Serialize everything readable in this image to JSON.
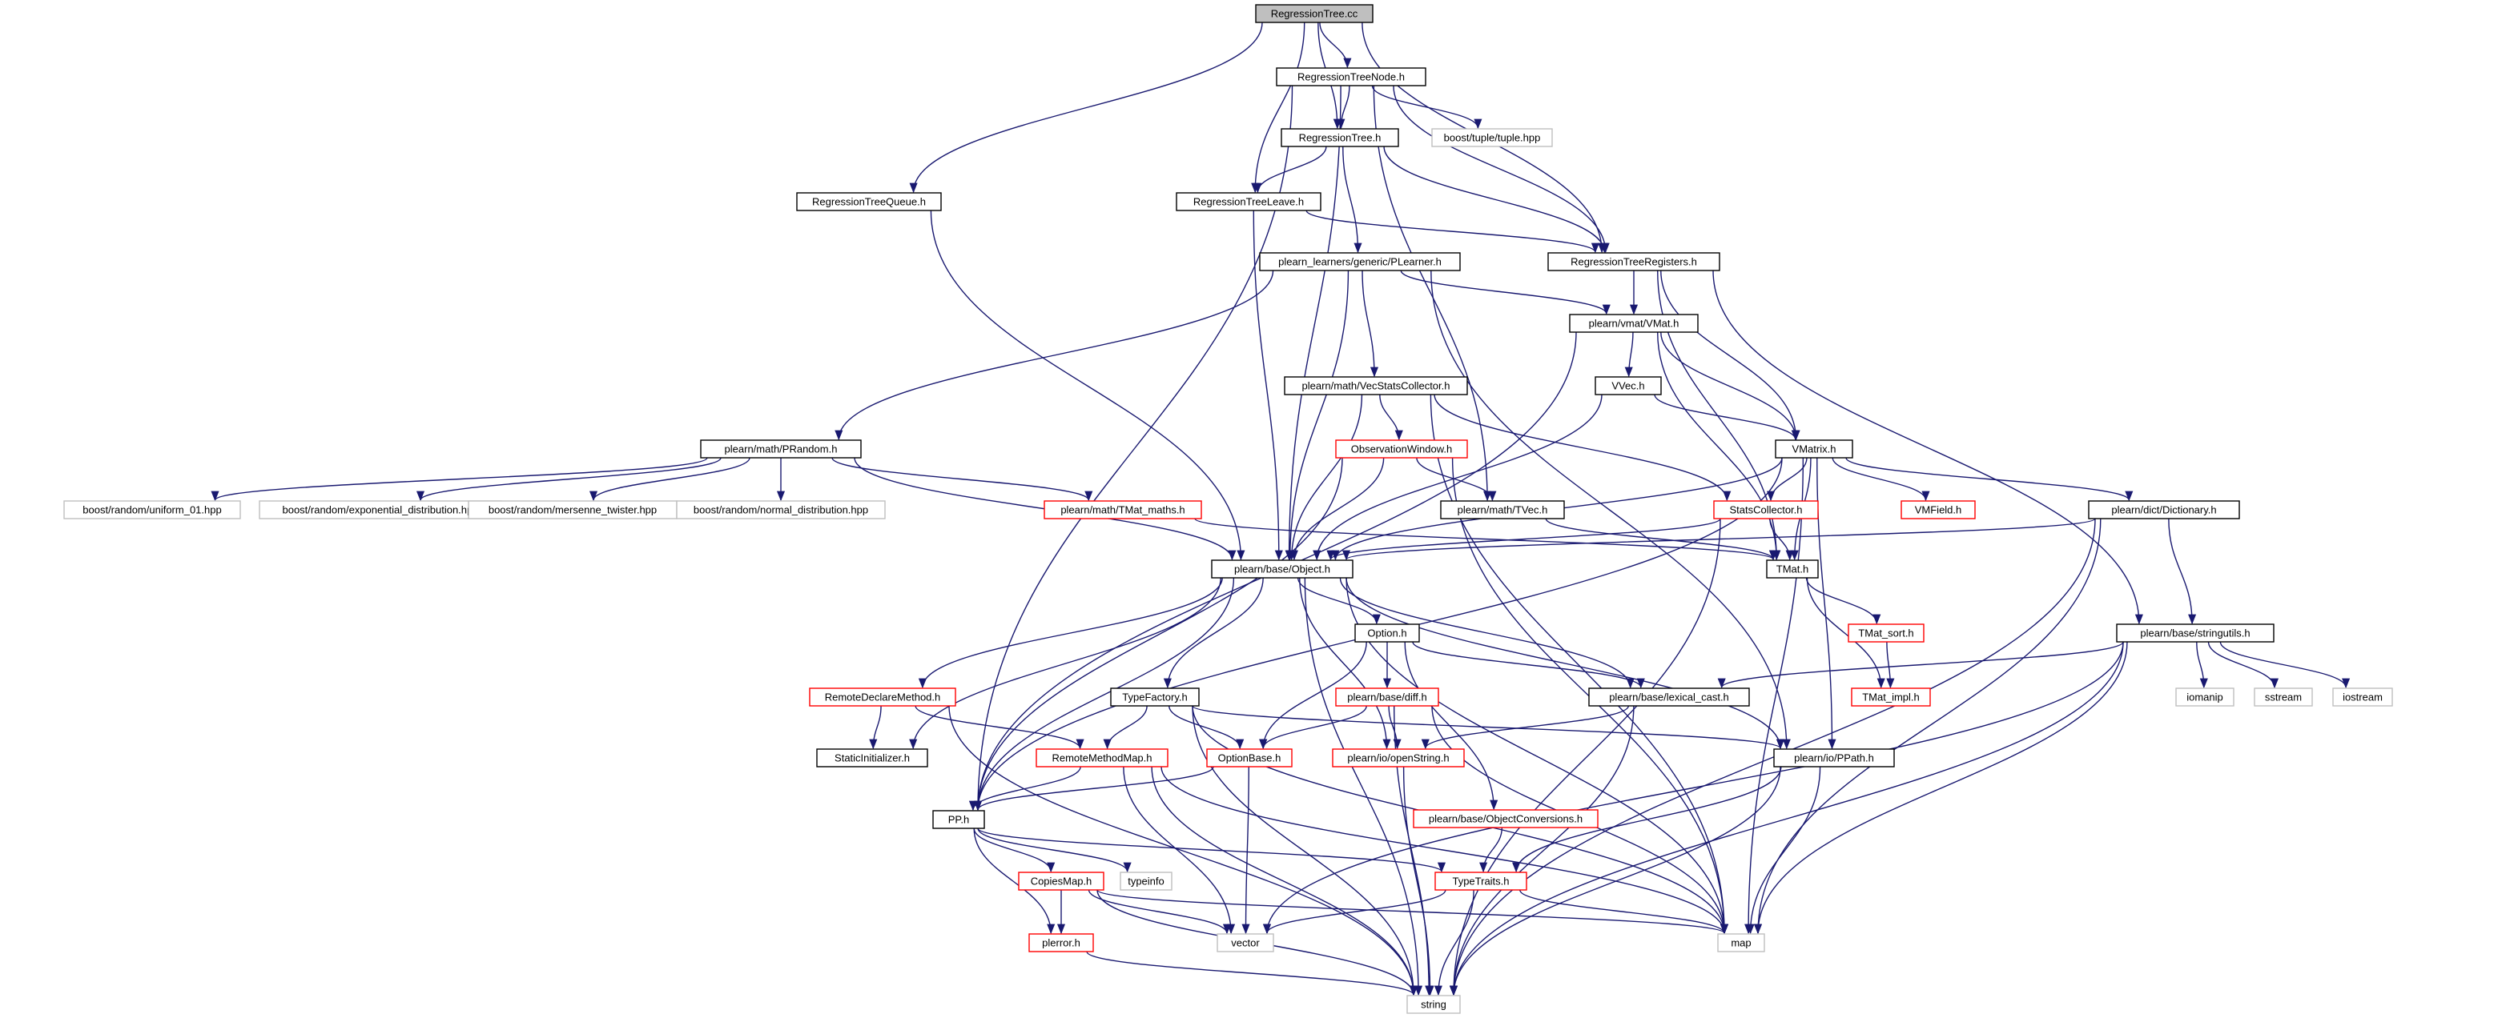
{
  "diagram": {
    "nodes": [
      {
        "id": "RegressionTree_cc",
        "label": "RegressionTree.cc",
        "style": "root"
      },
      {
        "id": "RegressionTreeNode_h",
        "label": "RegressionTreeNode.h",
        "style": "black"
      },
      {
        "id": "RegressionTree_h",
        "label": "RegressionTree.h",
        "style": "black"
      },
      {
        "id": "boost_tuple",
        "label": "boost/tuple/tuple.hpp",
        "style": "gray"
      },
      {
        "id": "RegressionTreeQueue_h",
        "label": "RegressionTreeQueue.h",
        "style": "black"
      },
      {
        "id": "RegressionTreeLeave_h",
        "label": "RegressionTreeLeave.h",
        "style": "black"
      },
      {
        "id": "RegressionTreeRegisters_h",
        "label": "RegressionTreeRegisters.h",
        "style": "black"
      },
      {
        "id": "PLearner_h",
        "label": "plearn_learners/generic/PLearner.h",
        "style": "black"
      },
      {
        "id": "VMat_h",
        "label": "plearn/vmat/VMat.h",
        "style": "black"
      },
      {
        "id": "VVec_h",
        "label": "VVec.h",
        "style": "black"
      },
      {
        "id": "VecStatsCollector_h",
        "label": "plearn/math/VecStatsCollector.h",
        "style": "black"
      },
      {
        "id": "VMatrix_h",
        "label": "VMatrix.h",
        "style": "black"
      },
      {
        "id": "PRandom_h",
        "label": "plearn/math/PRandom.h",
        "style": "black"
      },
      {
        "id": "ObservationWindow_h",
        "label": "ObservationWindow.h",
        "style": "red"
      },
      {
        "id": "uniform01",
        "label": "boost/random/uniform_01.hpp",
        "style": "gray"
      },
      {
        "id": "expdist",
        "label": "boost/random/exponential_distribution.hpp",
        "style": "gray"
      },
      {
        "id": "mersenne",
        "label": "boost/random/mersenne_twister.hpp",
        "style": "gray"
      },
      {
        "id": "normdist",
        "label": "boost/random/normal_distribution.hpp",
        "style": "gray"
      },
      {
        "id": "TMat_maths_h",
        "label": "plearn/math/TMat_maths.h",
        "style": "red"
      },
      {
        "id": "TVec_h",
        "label": "plearn/math/TVec.h",
        "style": "black"
      },
      {
        "id": "StatsCollector_h",
        "label": "StatsCollector.h",
        "style": "red"
      },
      {
        "id": "VMField_h",
        "label": "VMField.h",
        "style": "red"
      },
      {
        "id": "Dictionary_h",
        "label": "plearn/dict/Dictionary.h",
        "style": "black"
      },
      {
        "id": "Object_h",
        "label": "plearn/base/Object.h",
        "style": "black"
      },
      {
        "id": "TMat_h",
        "label": "TMat.h",
        "style": "black"
      },
      {
        "id": "TMat_sort_h",
        "label": "TMat_sort.h",
        "style": "red"
      },
      {
        "id": "stringutils_h",
        "label": "plearn/base/stringutils.h",
        "style": "black"
      },
      {
        "id": "Option_h",
        "label": "Option.h",
        "style": "black"
      },
      {
        "id": "RemoteDeclareMethod_h",
        "label": "RemoteDeclareMethod.h",
        "style": "red"
      },
      {
        "id": "diff_h",
        "label": "plearn/base/diff.h",
        "style": "red"
      },
      {
        "id": "lexical_cast_h",
        "label": "plearn/base/lexical_cast.h",
        "style": "black"
      },
      {
        "id": "TMat_impl_h",
        "label": "TMat_impl.h",
        "style": "red"
      },
      {
        "id": "iomanip",
        "label": "iomanip",
        "style": "gray"
      },
      {
        "id": "sstream",
        "label": "sstream",
        "style": "gray"
      },
      {
        "id": "iostream",
        "label": "iostream",
        "style": "gray"
      },
      {
        "id": "TypeFactory_h",
        "label": "TypeFactory.h",
        "style": "black"
      },
      {
        "id": "StaticInitializer_h",
        "label": "StaticInitializer.h",
        "style": "black"
      },
      {
        "id": "RemoteMethodMap_h",
        "label": "RemoteMethodMap.h",
        "style": "red"
      },
      {
        "id": "OptionBase_h",
        "label": "OptionBase.h",
        "style": "red"
      },
      {
        "id": "openString_h",
        "label": "plearn/io/openString.h",
        "style": "red"
      },
      {
        "id": "PPath_h",
        "label": "plearn/io/PPath.h",
        "style": "black"
      },
      {
        "id": "ObjectConversions_h",
        "label": "plearn/base/ObjectConversions.h",
        "style": "red"
      },
      {
        "id": "PP_h",
        "label": "PP.h",
        "style": "black"
      },
      {
        "id": "typeinfo",
        "label": "typeinfo",
        "style": "gray"
      },
      {
        "id": "CopiesMap_h",
        "label": "CopiesMap.h",
        "style": "red"
      },
      {
        "id": "TypeTraits_h",
        "label": "TypeTraits.h",
        "style": "red"
      },
      {
        "id": "pl_error_h",
        "label": "plerror.h",
        "style": "red"
      },
      {
        "id": "vector",
        "label": "vector",
        "style": "gray"
      },
      {
        "id": "map",
        "label": "map",
        "style": "gray"
      },
      {
        "id": "string",
        "label": "string",
        "style": "gray"
      }
    ],
    "edges": [
      [
        "RegressionTree_cc",
        "RegressionTreeNode_h"
      ],
      [
        "RegressionTree_cc",
        "RegressionTree_h"
      ],
      [
        "RegressionTree_cc",
        "RegressionTreeQueue_h"
      ],
      [
        "RegressionTree_cc",
        "RegressionTreeLeave_h"
      ],
      [
        "RegressionTree_cc",
        "RegressionTreeRegisters_h"
      ],
      [
        "RegressionTreeNode_h",
        "RegressionTree_h"
      ],
      [
        "RegressionTreeNode_h",
        "boost_tuple"
      ],
      [
        "RegressionTreeNode_h",
        "RegressionTreeRegisters_h"
      ],
      [
        "RegressionTreeNode_h",
        "Object_h"
      ],
      [
        "RegressionTreeNode_h",
        "TVec_h"
      ],
      [
        "RegressionTreeNode_h",
        "PP_h"
      ],
      [
        "RegressionTree_h",
        "RegressionTreeLeave_h"
      ],
      [
        "RegressionTree_h",
        "RegressionTreeRegisters_h"
      ],
      [
        "RegressionTree_h",
        "PLearner_h"
      ],
      [
        "RegressionTreeQueue_h",
        "Object_h"
      ],
      [
        "RegressionTreeLeave_h",
        "RegressionTreeRegisters_h"
      ],
      [
        "RegressionTreeLeave_h",
        "Object_h"
      ],
      [
        "RegressionTreeRegisters_h",
        "VMat_h"
      ],
      [
        "RegressionTreeRegisters_h",
        "VMatrix_h"
      ],
      [
        "RegressionTreeRegisters_h",
        "TMat_h"
      ],
      [
        "RegressionTreeRegisters_h",
        "stringutils_h"
      ],
      [
        "PLearner_h",
        "VMat_h"
      ],
      [
        "PLearner_h",
        "VecStatsCollector_h"
      ],
      [
        "PLearner_h",
        "PRandom_h"
      ],
      [
        "PLearner_h",
        "Object_h"
      ],
      [
        "PLearner_h",
        "PPath_h"
      ],
      [
        "VMat_h",
        "VVec_h"
      ],
      [
        "VMat_h",
        "VMatrix_h"
      ],
      [
        "VMat_h",
        "TMat_h"
      ],
      [
        "VMat_h",
        "PP_h"
      ],
      [
        "VVec_h",
        "VMatrix_h"
      ],
      [
        "VVec_h",
        "Object_h"
      ],
      [
        "VecStatsCollector_h",
        "ObservationWindow_h"
      ],
      [
        "VecStatsCollector_h",
        "StatsCollector_h"
      ],
      [
        "VecStatsCollector_h",
        "Object_h"
      ],
      [
        "VecStatsCollector_h",
        "map"
      ],
      [
        "VMatrix_h",
        "StatsCollector_h"
      ],
      [
        "VMatrix_h",
        "VMField_h"
      ],
      [
        "VMatrix_h",
        "Dictionary_h"
      ],
      [
        "VMatrix_h",
        "Object_h"
      ],
      [
        "VMatrix_h",
        "TMat_h"
      ],
      [
        "VMatrix_h",
        "PPath_h"
      ],
      [
        "VMatrix_h",
        "map"
      ],
      [
        "VMatrix_h",
        "PP_h"
      ],
      [
        "PRandom_h",
        "uniform01"
      ],
      [
        "PRandom_h",
        "expdist"
      ],
      [
        "PRandom_h",
        "mersenne"
      ],
      [
        "PRandom_h",
        "normdist"
      ],
      [
        "PRandom_h",
        "TMat_maths_h"
      ],
      [
        "PRandom_h",
        "Object_h"
      ],
      [
        "ObservationWindow_h",
        "TVec_h"
      ],
      [
        "ObservationWindow_h",
        "Object_h"
      ],
      [
        "ObservationWindow_h",
        "map"
      ],
      [
        "ObservationWindow_h",
        "PP_h"
      ],
      [
        "TMat_maths_h",
        "TMat_h"
      ],
      [
        "TVec_h",
        "TMat_h"
      ],
      [
        "StatsCollector_h",
        "TMat_h"
      ],
      [
        "StatsCollector_h",
        "Object_h"
      ],
      [
        "StatsCollector_h",
        "string"
      ],
      [
        "Dictionary_h",
        "stringutils_h"
      ],
      [
        "Dictionary_h",
        "Object_h"
      ],
      [
        "Dictionary_h",
        "map"
      ],
      [
        "Dictionary_h",
        "string"
      ],
      [
        "TMat_h",
        "TMat_sort_h"
      ],
      [
        "TMat_h",
        "TMat_impl_h"
      ],
      [
        "TMat_sort_h",
        "TMat_impl_h"
      ],
      [
        "stringutils_h",
        "lexical_cast_h"
      ],
      [
        "stringutils_h",
        "iomanip"
      ],
      [
        "stringutils_h",
        "sstream"
      ],
      [
        "stringutils_h",
        "iostream"
      ],
      [
        "stringutils_h",
        "map"
      ],
      [
        "stringutils_h",
        "string"
      ],
      [
        "stringutils_h",
        "vector"
      ],
      [
        "Object_h",
        "Option_h"
      ],
      [
        "Object_h",
        "RemoteDeclareMethod_h"
      ],
      [
        "Object_h",
        "TypeFactory_h"
      ],
      [
        "Object_h",
        "StaticInitializer_h"
      ],
      [
        "Object_h",
        "openString_h"
      ],
      [
        "Object_h",
        "PPath_h"
      ],
      [
        "Object_h",
        "PP_h"
      ],
      [
        "Object_h",
        "map"
      ],
      [
        "Object_h",
        "string"
      ],
      [
        "Object_h",
        "lexical_cast_h"
      ],
      [
        "Option_h",
        "diff_h"
      ],
      [
        "Option_h",
        "OptionBase_h"
      ],
      [
        "Option_h",
        "lexical_cast_h"
      ],
      [
        "Option_h",
        "ObjectConversions_h"
      ],
      [
        "RemoteDeclareMethod_h",
        "RemoteMethodMap_h"
      ],
      [
        "RemoteDeclareMethod_h",
        "StaticInitializer_h"
      ],
      [
        "RemoteDeclareMethod_h",
        "string"
      ],
      [
        "diff_h",
        "OptionBase_h"
      ],
      [
        "diff_h",
        "openString_h"
      ],
      [
        "diff_h",
        "map"
      ],
      [
        "diff_h",
        "string"
      ],
      [
        "lexical_cast_h",
        "openString_h"
      ],
      [
        "lexical_cast_h",
        "string"
      ],
      [
        "TypeFactory_h",
        "RemoteMethodMap_h"
      ],
      [
        "TypeFactory_h",
        "OptionBase_h"
      ],
      [
        "TypeFactory_h",
        "PPath_h"
      ],
      [
        "TypeFactory_h",
        "map"
      ],
      [
        "TypeFactory_h",
        "string"
      ],
      [
        "RemoteMethodMap_h",
        "PP_h"
      ],
      [
        "RemoteMethodMap_h",
        "map"
      ],
      [
        "RemoteMethodMap_h",
        "vector"
      ],
      [
        "RemoteMethodMap_h",
        "string"
      ],
      [
        "OptionBase_h",
        "PP_h"
      ],
      [
        "OptionBase_h",
        "vector"
      ],
      [
        "openString_h",
        "string"
      ],
      [
        "PPath_h",
        "TypeTraits_h"
      ],
      [
        "PPath_h",
        "map"
      ],
      [
        "PPath_h",
        "string"
      ],
      [
        "ObjectConversions_h",
        "TypeTraits_h"
      ],
      [
        "PP_h",
        "typeinfo"
      ],
      [
        "PP_h",
        "CopiesMap_h"
      ],
      [
        "PP_h",
        "TypeTraits_h"
      ],
      [
        "PP_h",
        "pl_error_h"
      ],
      [
        "CopiesMap_h",
        "pl_error_h"
      ],
      [
        "CopiesMap_h",
        "map"
      ],
      [
        "CopiesMap_h",
        "vector"
      ],
      [
        "CopiesMap_h",
        "string"
      ],
      [
        "TypeTraits_h",
        "map"
      ],
      [
        "TypeTraits_h",
        "vector"
      ],
      [
        "TypeTraits_h",
        "string"
      ],
      [
        "pl_error_h",
        "string"
      ]
    ]
  }
}
